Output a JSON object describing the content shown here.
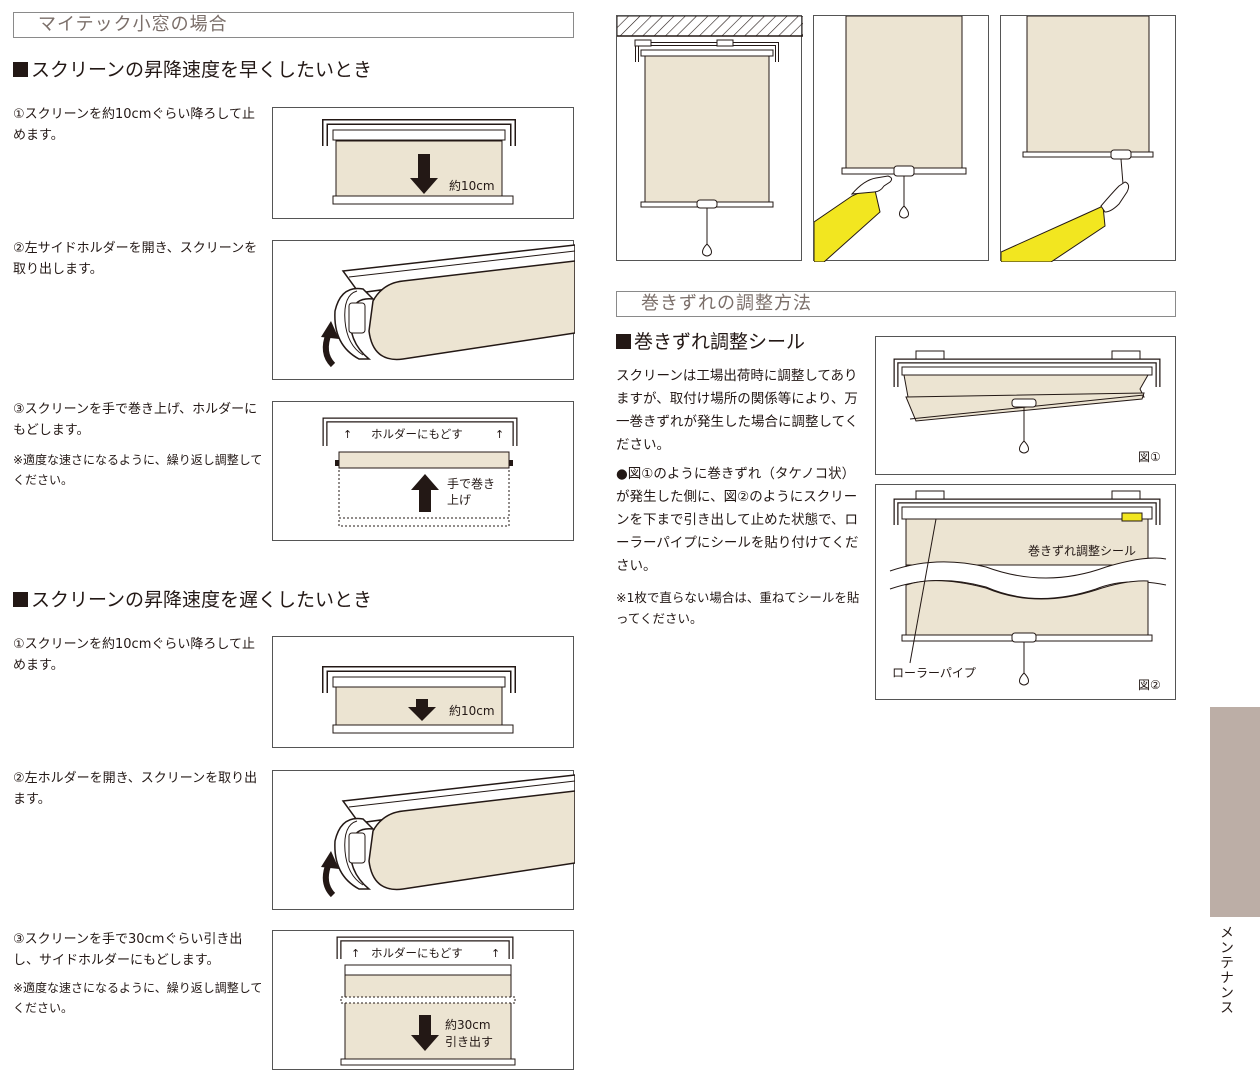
{
  "left_section": {
    "title": "マイテック小窓の場合",
    "fast": {
      "heading": "スクリーンの昇降速度を早くしたいとき",
      "step1": "①スクリーンを約10cmぐらい降ろして止めます。",
      "step1_label": "約10cm",
      "step2": "②左サイドホルダーを開き、スクリーンを取り出します。",
      "step3": "③スクリーンを手で巻き上げ、ホルダーにもどします。",
      "step3_note": "※適度な速さになるように、繰り返し調整してください。",
      "step3_label_holder": "ホルダーにもどす",
      "step3_label_hand_1": "手で巻き",
      "step3_label_hand_2": "上げ"
    },
    "slow": {
      "heading": "スクリーンの昇降速度を遅くしたいとき",
      "step1": "①スクリーンを約10cmぐらい降ろして止めます。",
      "step1_label": "約10cm",
      "step2": "②左ホルダーを開き、スクリーンを取り出ます。",
      "step3": "③スクリーンを手で30cmぐらい引き出し、サイドホルダーにもどします。",
      "step3_note": "※適度な速さになるように、繰り返し調整してください。",
      "step3_label_holder": "ホルダーにもどす",
      "step3_label_pull_1": "約30cm",
      "step3_label_pull_2": "引き出す"
    }
  },
  "right_section": {
    "title": "巻きずれの調整方法",
    "heading": "巻きずれ調整シール",
    "intro": "スクリーンは工場出荷時に調整してありますが、取付け場所の関係等により、万一巻きずれが発生した場合に調整してください。",
    "bullet": "●図①のように巻きずれ（タケノコ状）が発生した側に、図②のようにスクリーンを下まで引き出して止めた状態で、ローラーパイプにシールを貼り付けてください。",
    "note": "※1枚で直らない場合は、重ねてシールを貼ってください。",
    "fig1_label": "図①",
    "fig2_label": "図②",
    "fig2_sticker_label": "巻きずれ調整シール",
    "fig2_pipe_label": "ローラーパイプ"
  },
  "side_tab": {
    "label": "メンテナンス"
  },
  "colors": {
    "screen": "#ece4d2",
    "accent_yellow": "#f2e620",
    "tab": "#bcaea6",
    "section_text": "#7b6f6a"
  }
}
